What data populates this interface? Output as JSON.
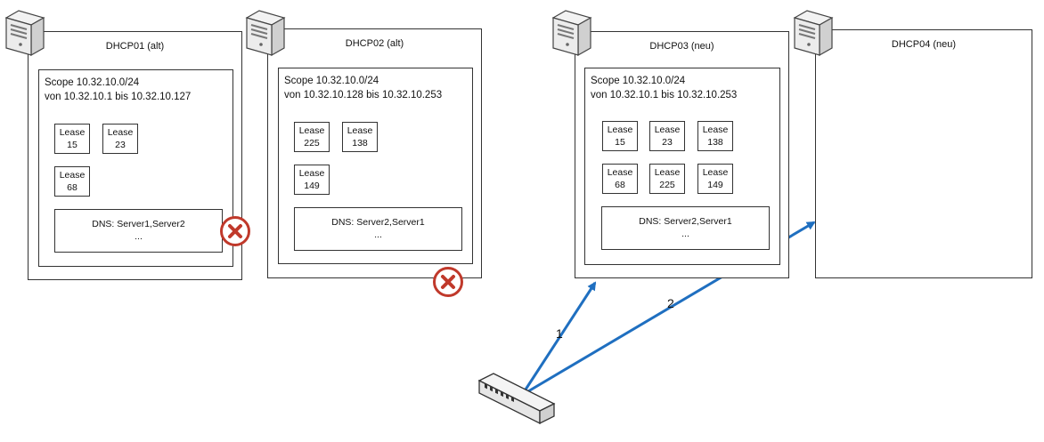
{
  "servers": [
    {
      "title": "DHCP01 (alt)",
      "scope_line1": "Scope 10.32.10.0/24",
      "scope_line2": "von 10.32.10.1 bis 10.32.10.127",
      "leases": [
        {
          "label": "Lease",
          "value": "15"
        },
        {
          "label": "Lease",
          "value": "23"
        },
        {
          "label": "Lease",
          "value": "68"
        }
      ],
      "dns_line1": "DNS: Server1,Server2",
      "dns_line2": "..."
    },
    {
      "title": "DHCP02 (alt)",
      "scope_line1": "Scope 10.32.10.0/24",
      "scope_line2": "von 10.32.10.128 bis 10.32.10.253",
      "leases": [
        {
          "label": "Lease",
          "value": "225"
        },
        {
          "label": "Lease",
          "value": "138"
        },
        {
          "label": "Lease",
          "value": "149"
        }
      ],
      "dns_line1": "DNS: Server2,Server1",
      "dns_line2": "..."
    },
    {
      "title": "DHCP03 (neu)",
      "scope_line1": "Scope 10.32.10.0/24",
      "scope_line2": "von 10.32.10.1 bis 10.32.10.253",
      "leases": [
        {
          "label": "Lease",
          "value": "15"
        },
        {
          "label": "Lease",
          "value": "23"
        },
        {
          "label": "Lease",
          "value": "138"
        },
        {
          "label": "Lease",
          "value": "68"
        },
        {
          "label": "Lease",
          "value": "225"
        },
        {
          "label": "Lease",
          "value": "149"
        }
      ],
      "dns_line1": "DNS: Server2,Server1",
      "dns_line2": "..."
    },
    {
      "title": "DHCP04 (neu)"
    }
  ],
  "arrows": [
    {
      "label": "1"
    },
    {
      "label": "2"
    }
  ],
  "colors": {
    "arrow": "#1f6fc0",
    "error": "#c0392b"
  },
  "icons": {
    "server": "server-tower-icon",
    "error": "error-x-icon",
    "switch": "network-switch-icon"
  }
}
